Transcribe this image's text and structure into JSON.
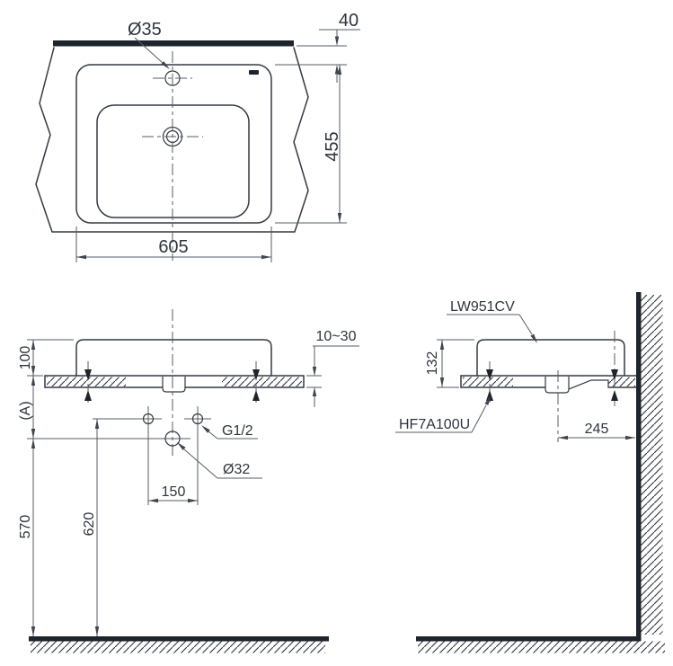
{
  "drawing_type": "washbasin installation dimension drawing",
  "colors": {
    "ink": "#333a42",
    "solid_sections": "#1d242c",
    "background": "#ffffff"
  },
  "views": {
    "top": {
      "faucet_hole_dia": "Ø35",
      "rear_edge_offset": "40",
      "overall_depth": "455",
      "overall_width": "605"
    },
    "front": {
      "rim_above_counter": "100",
      "counter_thickness_range": "10~30",
      "counter_height_ref": "(A)",
      "supply_thread": "G1/2",
      "waste_diameter": "Ø32",
      "supply_spacing": "150",
      "waste_center_height": "570",
      "supply_center_height": "620"
    },
    "side": {
      "product_code": "LW951CV",
      "bracket_code": "HF7A100U",
      "basin_section_height": "132",
      "waste_center_to_wall": "245"
    }
  }
}
